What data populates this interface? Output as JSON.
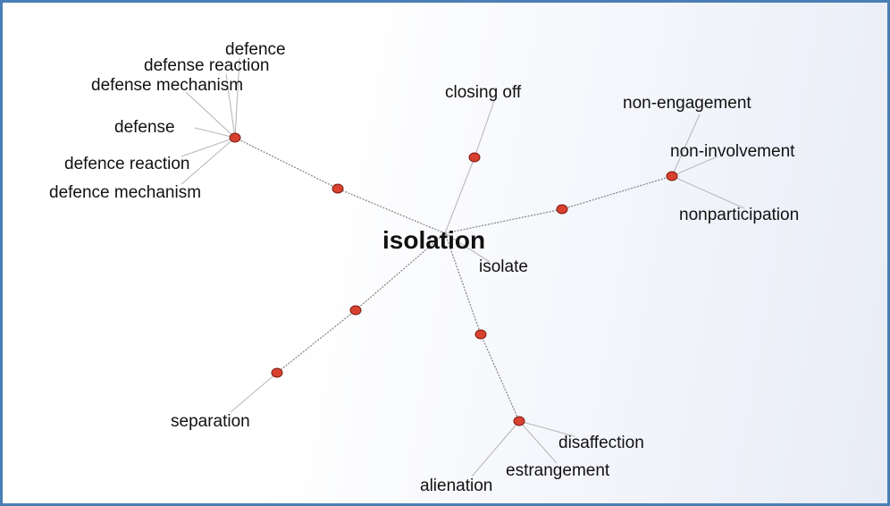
{
  "root": "isolation",
  "labels": {
    "defence": "defence",
    "defense_reaction": "defense reaction",
    "defense_mechanism": "defense mechanism",
    "defense": "defense",
    "defence_reaction": "defence reaction",
    "defence_mechanism": "defence mechanism",
    "closing_off": "closing off",
    "non_engagement": "non-engagement",
    "non_involvement": "non-involvement",
    "nonparticipation": "nonparticipation",
    "isolate": "isolate",
    "separation": "separation",
    "disaffection": "disaffection",
    "estrangement": "estrangement",
    "alienation": "alienation"
  },
  "colors": {
    "node": "#d9412f",
    "edge": "#b9b9b9",
    "border": "#4a7fb5"
  }
}
